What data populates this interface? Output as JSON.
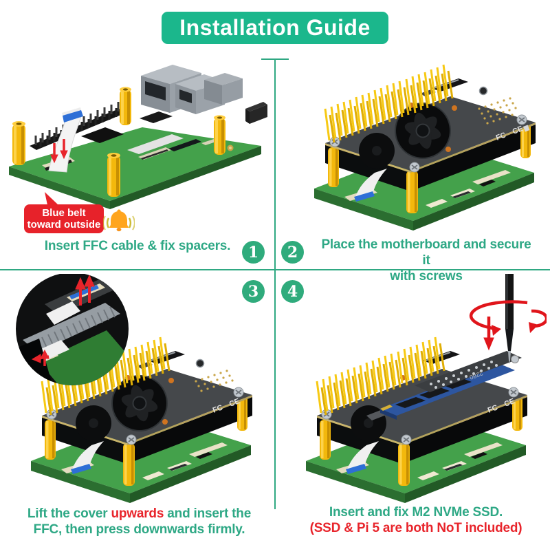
{
  "banner": {
    "title": "Installation Guide"
  },
  "callout": {
    "line1": "Blue belt",
    "line2": "toward outside"
  },
  "steps": [
    {
      "num": "1",
      "caption": "Insert FFC cable & fix spacers."
    },
    {
      "num": "2",
      "caption_line1": "Place the motherboard and secure it",
      "caption_line2": "with screws"
    },
    {
      "num": "3",
      "caption_pre": "Lift the cover ",
      "caption_highlight": "upwards",
      "caption_post": " and insert the",
      "caption_line2": "FFC, then press downwards firmly."
    },
    {
      "num": "4",
      "caption": "Insert and fix M2 NVMe SSD.",
      "note": "(SSD & Pi 5 are both NoT included)"
    }
  ],
  "board_markings": {
    "fcc": "FC",
    "ce": "CE",
    "plate": "2280"
  },
  "icons": {
    "bell": "bell-icon",
    "magnifier": "zoom-inset-circle",
    "screwdriver": "screwdriver-icon"
  },
  "colors": {
    "banner_green": "#1bb78c",
    "divider_green": "#2fa882",
    "step_circle_green": "#2fab7c",
    "caption_green": "#2ea885",
    "alert_red": "#e8242b",
    "callout_red": "#e7222a",
    "bell_orange": "#ffa51e",
    "pcb_green": "#44a14b",
    "hat_gray": "#45484b",
    "standoff_yellow": "#f3b80c",
    "pin_yellow": "#f7c913",
    "ssd_blue": "#2d56a0"
  }
}
